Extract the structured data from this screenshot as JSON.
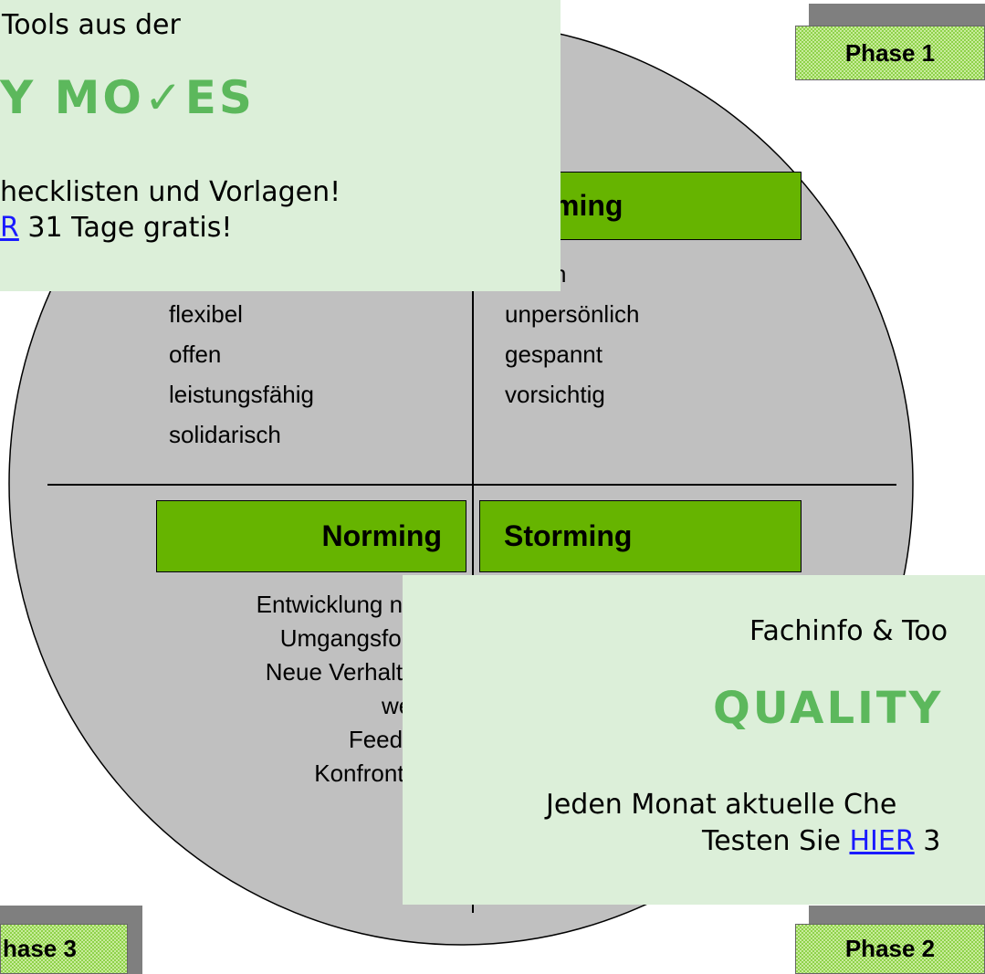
{
  "quadrants": {
    "performing": {
      "label_visible": "ming",
      "words": [
        "flexibel",
        "offen",
        "leistungsfähig",
        "solidarisch"
      ]
    },
    "forming": {
      "partial_word": "ch",
      "words": [
        "unpersönlich",
        "gespannt",
        "vorsichtig"
      ]
    },
    "norming": {
      "label": "Norming",
      "words": [
        "Entwicklung neu",
        "Umgangsform",
        "Neue Verhalten",
        "weis",
        "Feedba",
        "Konfrontati"
      ]
    },
    "storming": {
      "label": "Storming"
    }
  },
  "phases": {
    "phase1": "Phase 1",
    "phase2": "Phase 2",
    "phase3": "hase 3"
  },
  "ad_top": {
    "line1": "Tools aus der",
    "brand": "Y MO✓ES",
    "line3": "hecklisten und Vorlagen!",
    "line4_link": "R",
    "line4_rest": " 31 Tage gratis!"
  },
  "ad_bottom": {
    "line1": "Fachinfo & Too",
    "brand": "QUALITY",
    "line3": "Jeden Monat aktuelle Che",
    "line4_prefix": "Testen Sie ",
    "line4_link": "HIER",
    "line4_rest": " 3"
  },
  "colors": {
    "circle_fill": "#c0c0c0",
    "label_green": "#66b400",
    "ad_background": "#dcefd9",
    "ad_brand_green": "#5cb85c",
    "link_blue": "#1a1aff"
  }
}
